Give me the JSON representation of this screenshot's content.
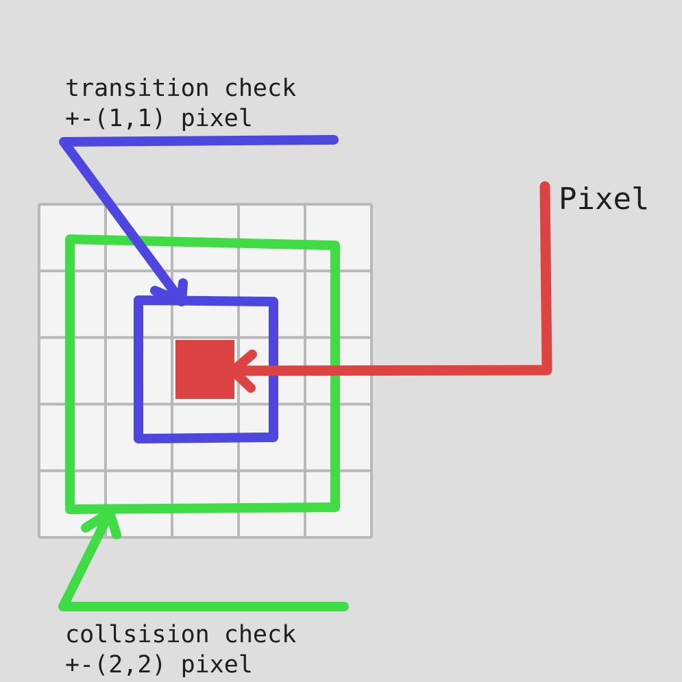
{
  "grid": {
    "cols": 5,
    "rows": 5
  },
  "labels": {
    "transition": {
      "line1": "transition check",
      "line2": "+-(1,1) pixel"
    },
    "collision": {
      "line1": "collsision check",
      "line2": "+-(2,2) pixel"
    },
    "pixel": "Pixel"
  },
  "colors": {
    "background": "#dedede",
    "grid_fill": "#f4f4f4",
    "grid_line": "#b8b8b8",
    "transition": "#4d47e0",
    "collision": "#3fdc45",
    "pixel": "#dc4444",
    "text": "#1e1e1e"
  }
}
